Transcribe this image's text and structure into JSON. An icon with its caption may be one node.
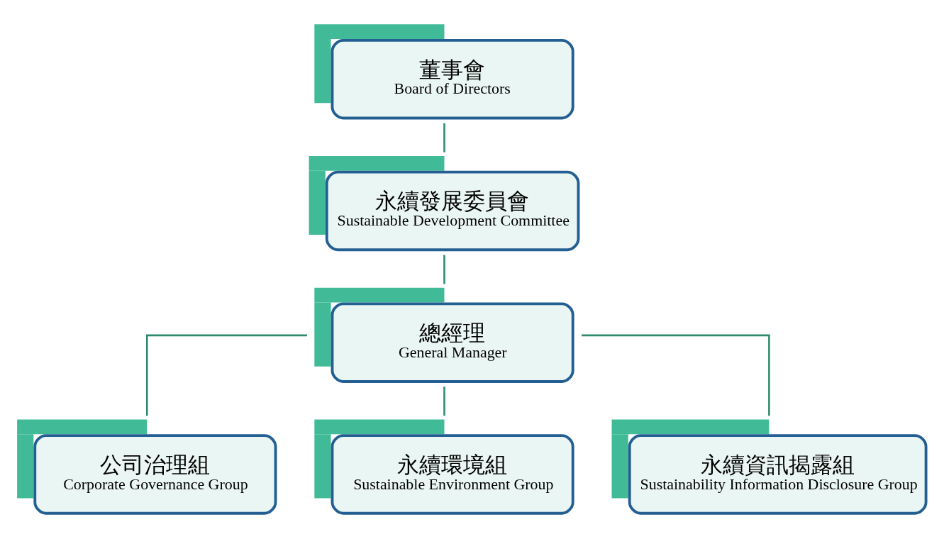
{
  "diagram": {
    "nodes": [
      {
        "text": [
          "董事會",
          "Board of Directors"
        ]
      },
      {
        "text": [
          "永續發展委員會",
          "Sustainable Development Committee"
        ]
      },
      {
        "text": [
          "總經理",
          "General Manager"
        ]
      },
      {
        "text": [
          "公司治理組",
          "Corporate Governance Group"
        ]
      },
      {
        "text": [
          "永續環境組",
          "Sustainable Environment Group"
        ]
      },
      {
        "text": [
          "永續資訊揭露組",
          "Sustainability Information Disclosure Group"
        ]
      }
    ],
    "edges": [
      {
        "from": 0,
        "to": 1,
        "arrow": "none"
      },
      {
        "from": 1,
        "to": 2,
        "arrow": "none"
      },
      {
        "from": 2,
        "to": 3,
        "arrow": "none"
      },
      {
        "from": 2,
        "to": 4,
        "arrow": "none"
      },
      {
        "from": 2,
        "to": 5,
        "arrow": "none"
      }
    ]
  }
}
